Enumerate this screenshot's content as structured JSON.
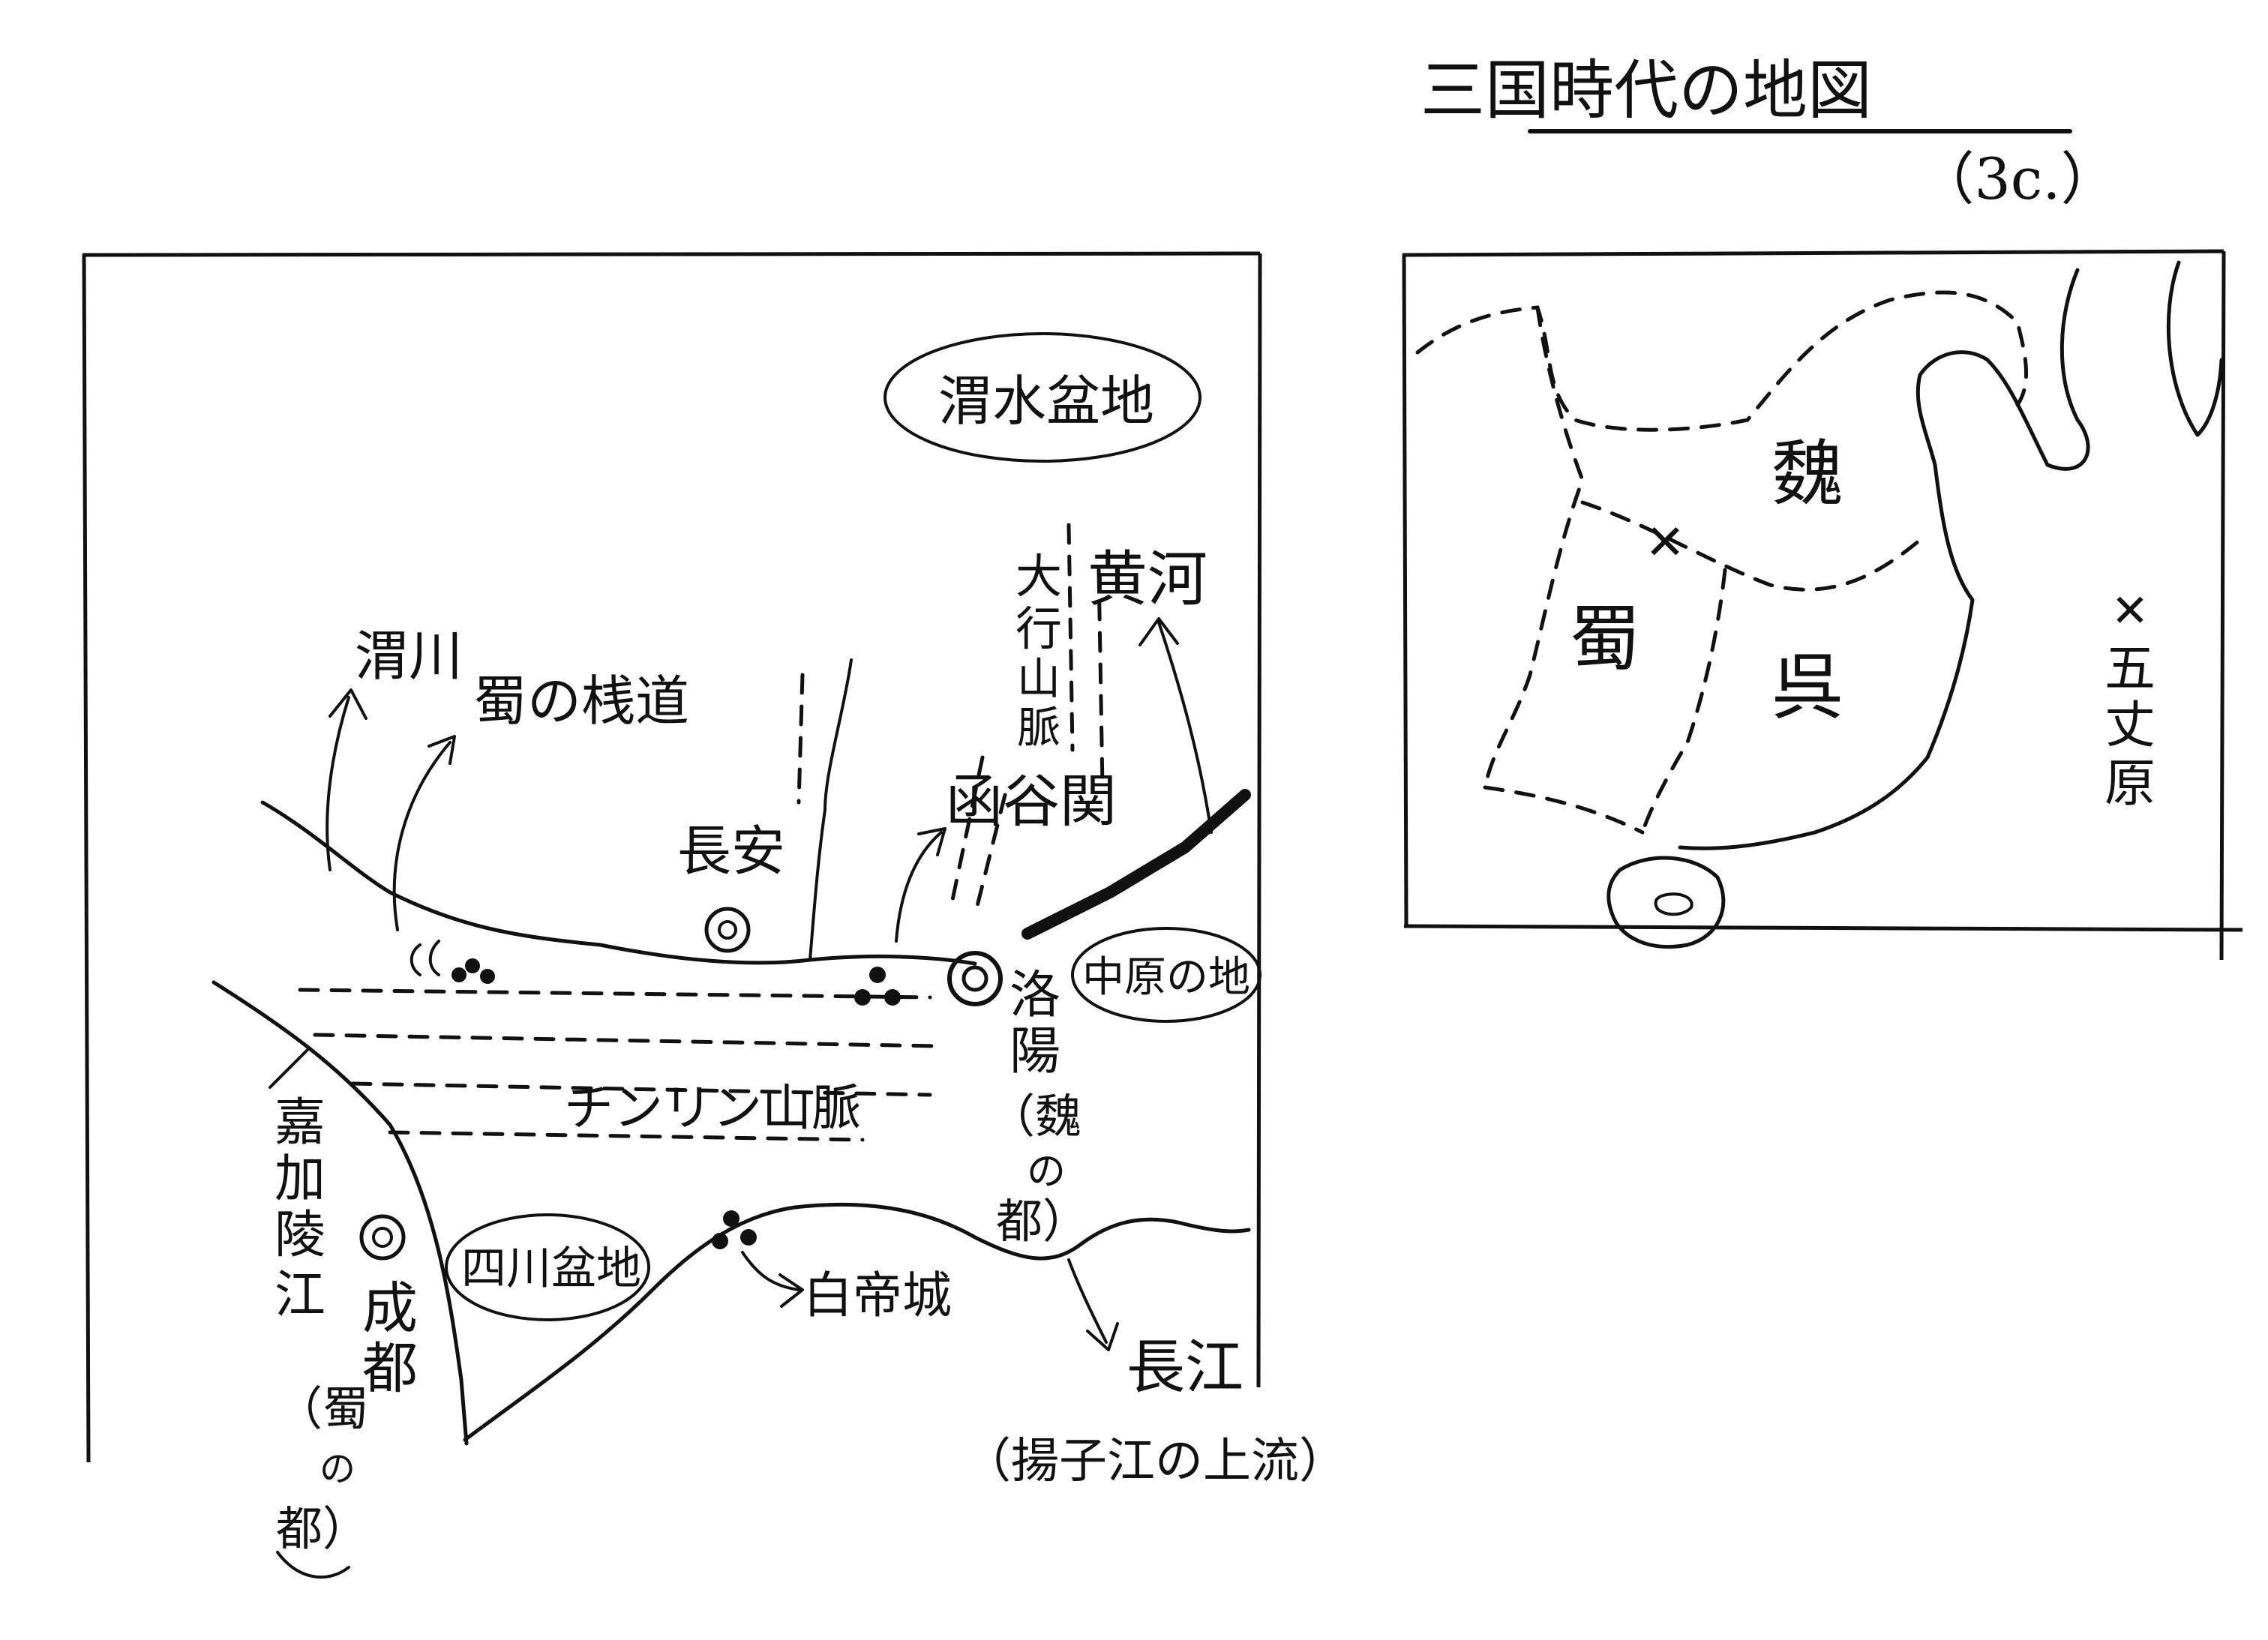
{
  "colors": {
    "ink": "#111111",
    "paper": "#ffffff"
  },
  "header": {
    "title": "三国時代の地図",
    "subtitle": "（3c.）"
  },
  "main_map": {
    "labels": {
      "weishui_basin": "渭水盆地",
      "huanghe": "黄河",
      "taihang_a": "大",
      "taihang_b": "行",
      "taihang_c": "山",
      "taihang_d": "脈",
      "weichuan": "渭川",
      "shu_plankway": "蜀の桟道",
      "hangu_pass": "函谷関",
      "changan": "長安",
      "zhongyuan": "中原の地",
      "luoyang_a": "洛",
      "luoyang_b": "陽",
      "luoyang_c": "（魏",
      "luoyang_d": "の",
      "luoyang_e": "都）",
      "qinling": "チンリン山脈",
      "jialing_a": "嘉",
      "jialing_b": "加",
      "jialing_c": "陵",
      "jialing_d": "江",
      "sichuan_basin": "四川盆地",
      "baidi": "白帝城",
      "chengdu_a": "成",
      "chengdu_b": "都",
      "chengdu_c": "（蜀",
      "chengdu_d": "の",
      "chengdu_e": "都）",
      "changjiang": "長江",
      "yangtze_note": "（揚子江の上流）"
    }
  },
  "inset_map": {
    "labels": {
      "wei": "魏",
      "shu": "蜀",
      "wu": "呉",
      "battle_mark": "✕",
      "wuzhang_x": "✕",
      "wuzhang_a": "五",
      "wuzhang_b": "丈",
      "wuzhang_c": "原"
    }
  }
}
